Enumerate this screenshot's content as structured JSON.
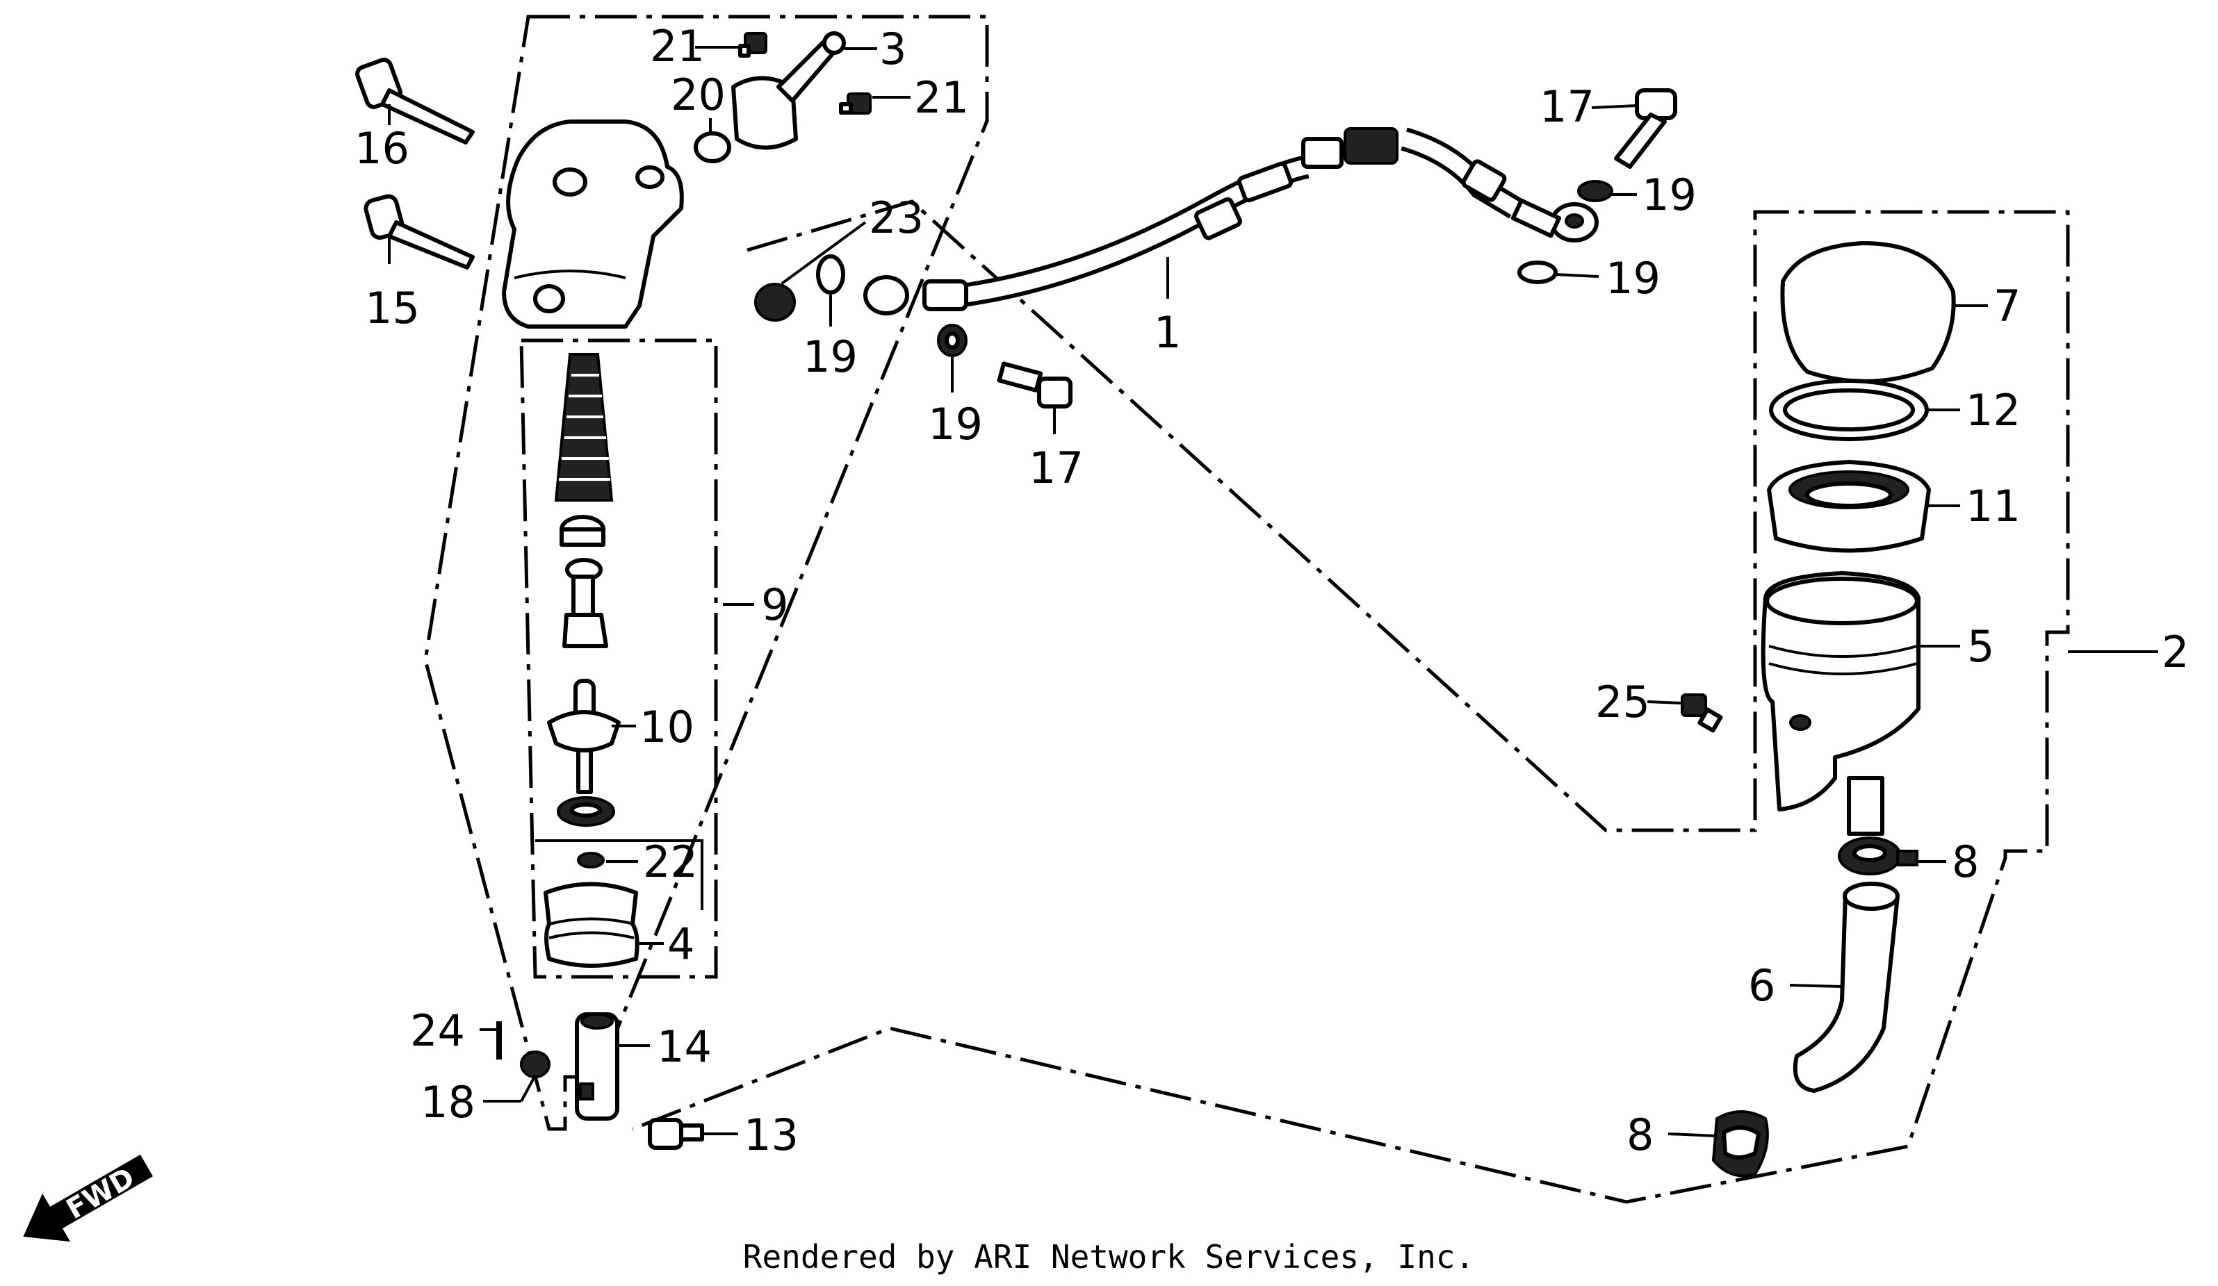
{
  "callouts": {
    "c1": "1",
    "c2": "2",
    "c3": "3",
    "c4": "4",
    "c5": "5",
    "c6": "6",
    "c7": "7",
    "c8a": "8",
    "c8b": "8",
    "c9": "9",
    "c10": "10",
    "c11": "11",
    "c12": "12",
    "c13": "13",
    "c14": "14",
    "c15": "15",
    "c16": "16",
    "c17a": "17",
    "c17b": "17",
    "c18": "18",
    "c19a": "19",
    "c19b": "19",
    "c19c": "19",
    "c19d": "19",
    "c20": "20",
    "c21a": "21",
    "c21b": "21",
    "c22": "22",
    "c23": "23",
    "c24": "24",
    "c25": "25"
  },
  "direction_badge": "FWD",
  "footer": {
    "credit": "Rendered by ARI Network Services, Inc."
  }
}
